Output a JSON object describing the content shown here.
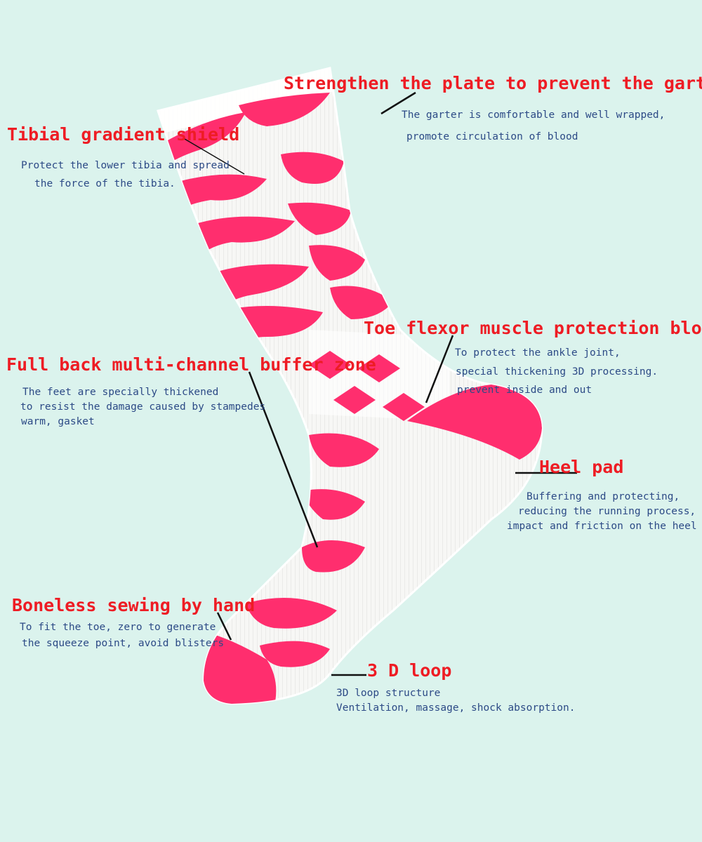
{
  "colors": {
    "background": "#dbf3ed",
    "title": "#ee1c24",
    "description": "#2c4a86",
    "sock_pink": "#ff2e6e",
    "sock_white": "#f7f7f5",
    "leader_line": "#111111"
  },
  "callouts": {
    "garter": {
      "title": "Strengthen the plate to prevent the garter",
      "line1": "The garter is comfortable and well wrapped,",
      "line2": "promote circulation of blood"
    },
    "tibial": {
      "title": "Tibial gradient shield",
      "line1": "Protect the lower tibia and spread",
      "line2": "the force of the tibia."
    },
    "toe_flexor": {
      "title": "Toe flexor muscle protection block.",
      "line1": "To protect the ankle joint,",
      "line2": "special thickening 3D processing.",
      "line3": "prevent inside and out"
    },
    "buffer_zone": {
      "title": "Full back multi-channel buffer zone",
      "line1": "The feet are specially thickened",
      "line2": "to resist the damage caused by stampedes",
      "line3": "warm, gasket"
    },
    "heel": {
      "title": "Heel pad",
      "line1": "Buffering and protecting,",
      "line2": "reducing the running process,",
      "line3": "impact and friction on the heel"
    },
    "boneless": {
      "title": "Boneless sewing by hand",
      "line1": "To fit the toe, zero to generate",
      "line2": "the squeeze point, avoid blisters"
    },
    "loop": {
      "title": "3 D loop",
      "line1": "3D loop structure",
      "line2": "Ventilation, massage, shock absorption."
    }
  }
}
